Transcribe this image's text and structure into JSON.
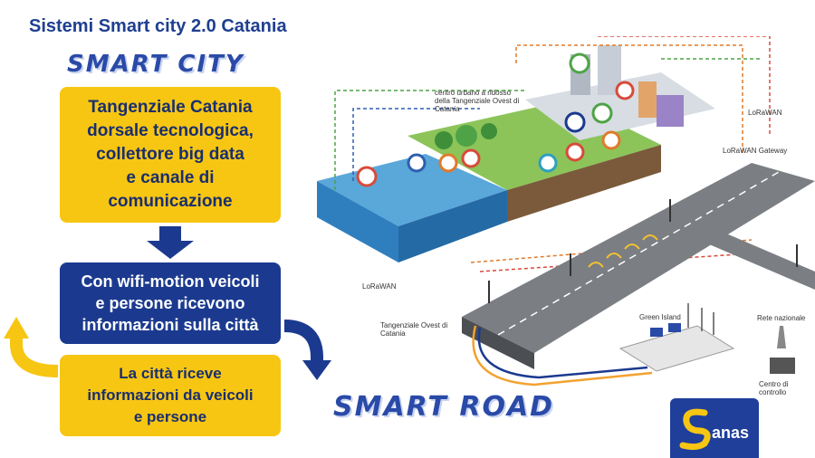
{
  "title": "Sistemi Smart city 2.0 Catania",
  "smart_city_label": "SMART CITY",
  "smart_road_label": "SMART ROAD",
  "boxes": {
    "box1": [
      "Tangenziale Catania",
      "dorsale tecnologica,",
      "collettore big data",
      "e canale di",
      "comunicazione"
    ],
    "box2": [
      "Con wifi-motion veicoli",
      "e persone ricevono",
      "informazioni sulla città"
    ],
    "box3": [
      "La città riceve",
      "informazioni da veicoli",
      "e persone"
    ]
  },
  "illustration": {
    "urban_center_label": "centro urbano a ridosso della Tangenziale Ovest di Catania",
    "lorawan_label_1": "LoRaWAN",
    "lorawan_gateway_label": "LoRaWAN Gateway",
    "lorawan_label_2": "LoRaWAN",
    "tangenziale_label": "Tangenziale Ovest di Catania",
    "green_island_label": "Green Island",
    "rete_nazionale_label": "Rete nazionale",
    "centro_controllo_label": "Centro di controllo"
  },
  "logo": {
    "text": "anas"
  },
  "colors": {
    "yellow": "#f7c613",
    "navy": "#1b3a8f",
    "brand_blue": "#2a4aa8"
  }
}
